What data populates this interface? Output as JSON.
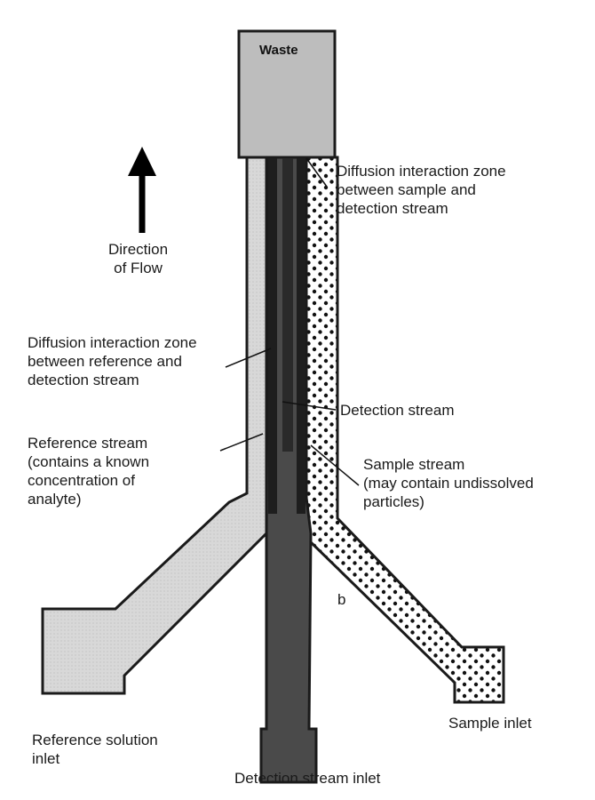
{
  "diagram": {
    "waste_label": "Waste",
    "direction_label": "Direction\nof Flow",
    "sample_zone_label": "Diffusion interaction zone\nbetween sample and\ndetection stream",
    "reference_zone_label": "Diffusion interaction zone\nbetween reference and\ndetection stream",
    "detection_stream_label": "Detection stream",
    "reference_stream_label": "Reference stream\n(contains a known\nconcentration of\nanalyte)",
    "sample_stream_label": "Sample stream\n(may contain undissolved\nparticles)",
    "panel_letter": "b",
    "reference_inlet_label": "Reference solution\ninlet",
    "detection_inlet_label": "Detection stream inlet",
    "sample_inlet_label": "Sample inlet",
    "colors": {
      "reference_fill": "#d6d6d6",
      "detection_fill": "#4a4a4a",
      "detection_dark": "#2a2a2a",
      "waste_fill": "#bdbdbd",
      "outline": "#1a1a1a"
    }
  }
}
